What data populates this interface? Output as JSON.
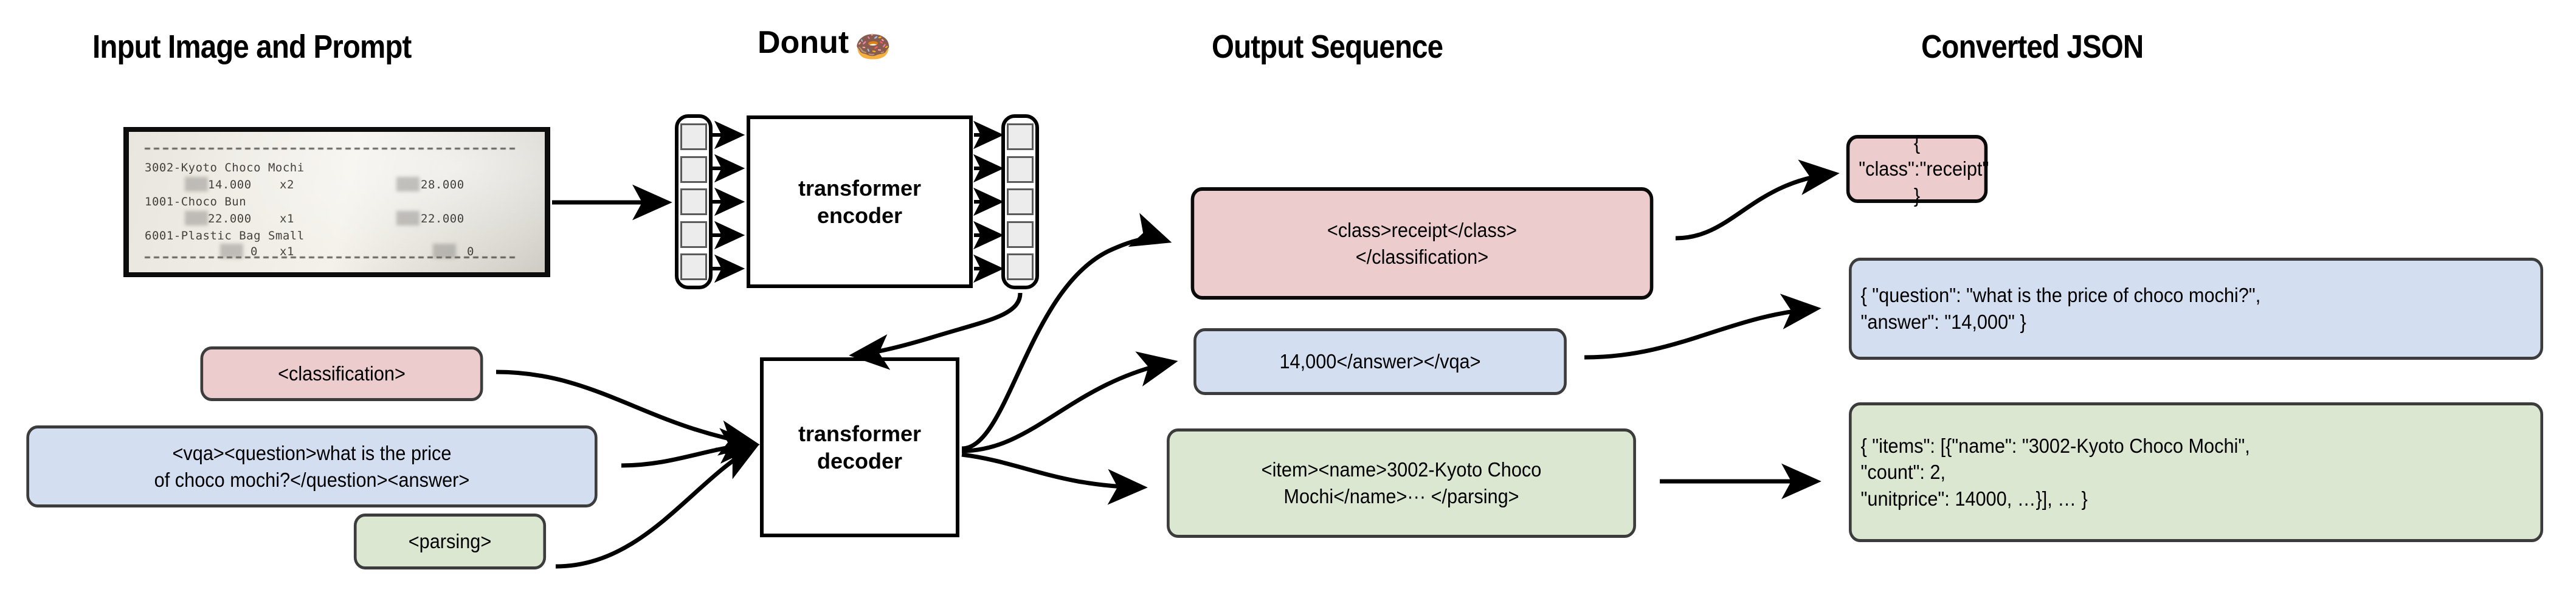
{
  "headers": {
    "input": "Input Image and Prompt",
    "donut": "Donut",
    "donut_emoji": "🍩",
    "output": "Output Sequence",
    "json": "Converted JSON"
  },
  "receipt": {
    "lines": [
      "3002-Kyoto Choco Mochi",
      "       14.000    x2           28.000",
      "1001-Choco Bun",
      "       22.000    x1           22.000",
      "6001-Plastic Bag Small",
      "           0     x1                0"
    ],
    "items": [
      {
        "name": "3002-Kyoto Choco Mochi",
        "unitprice": "14.000",
        "count": "x2",
        "total": "28.000"
      },
      {
        "name": "1001-Choco Bun",
        "unitprice": "22.000",
        "count": "x1",
        "total": "22.000"
      },
      {
        "name": "6001-Plastic Bag Small",
        "unitprice": "0",
        "count": "x1",
        "total": "0"
      }
    ]
  },
  "prompts": {
    "classification": "<classification>",
    "vqa": "<vqa><question>what is the price\nof choco mochi?</question><answer>",
    "parsing": "<parsing>"
  },
  "model": {
    "encoder": "transformer\nencoder",
    "decoder": "transformer\ndecoder",
    "encoder_input_tokens": 5,
    "encoder_output_tokens": 5
  },
  "outputs": {
    "classification": "<class>receipt</class>\n</classification>",
    "vqa": "14,000</answer></vqa>",
    "parsing": "<item><name>3002-Kyoto Choco\nMochi</name>··· </parsing>"
  },
  "json_results": {
    "classification": "{ \"class\":\"receipt\" }",
    "vqa": "{ \"question\": \"what is the price of choco mochi?\",\n   \"answer\": \"14,000\" }",
    "parsing": "{ \"items\": [{\"name\": \"3002-Kyoto Choco Mochi\",\n     \"count\": 2,\n     \"unitprice\": 14000, …}], … }"
  },
  "colors": {
    "classification": "#eccccd",
    "vqa": "#d3dff0",
    "parsing": "#dbe7d1",
    "border": "#3c3c3c",
    "stroke": "#000000"
  }
}
